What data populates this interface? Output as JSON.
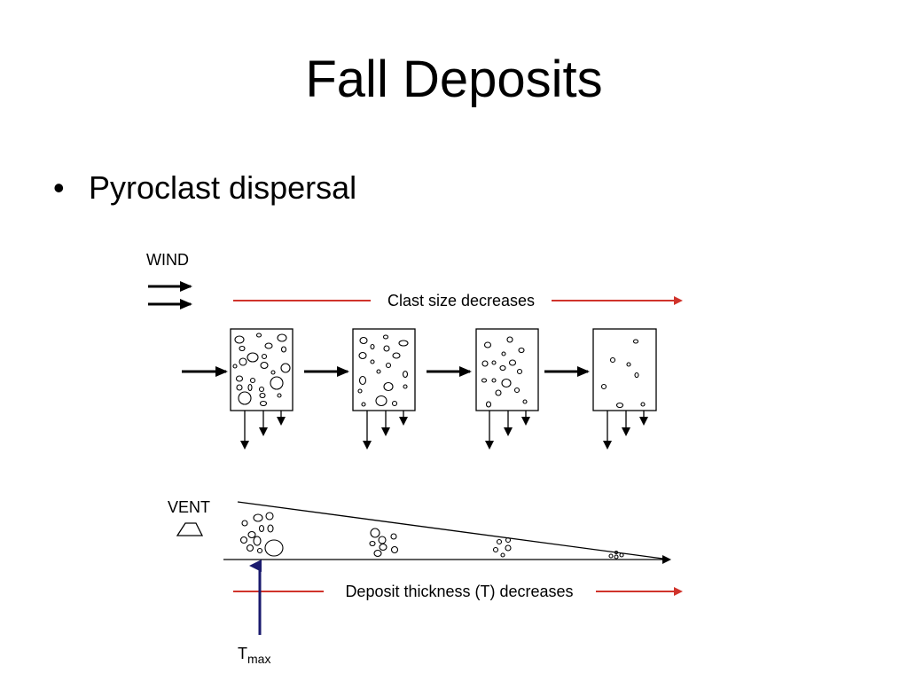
{
  "slide": {
    "title": "Fall Deposits",
    "bullet_marker": "•",
    "bullet_text": "Pyroclast dispersal"
  },
  "diagram": {
    "wind_label": "WIND",
    "clast_size_label": "Clast size decreases",
    "vent_label": "VENT",
    "thickness_label": "Deposit thickness (T) decreases",
    "tmax_base": "T",
    "tmax_sub": "max",
    "colors": {
      "red_arrow": "#d0332b",
      "tmax_arrow": "#1a1a6e",
      "lines": "#000000"
    }
  }
}
